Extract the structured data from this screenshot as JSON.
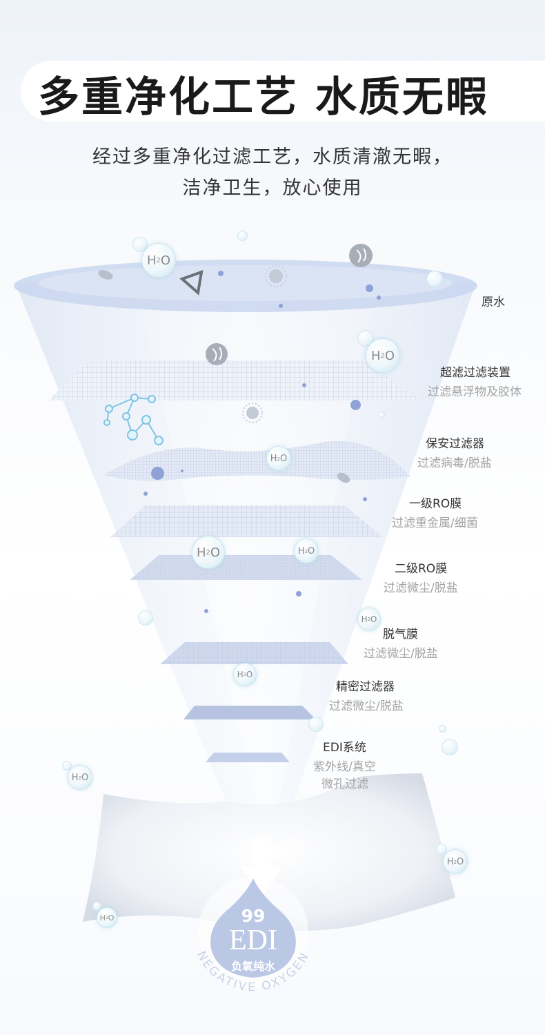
{
  "header": {
    "title": "多重净化工艺 水质无暇",
    "subtitle_line1": "经过多重净化过滤工艺，水质清澈无暇，",
    "subtitle_line2": "洁净卫生，放心使用"
  },
  "stages": [
    {
      "label": "原水",
      "desc": ""
    },
    {
      "label": "超滤过滤装置",
      "desc": "过滤悬浮物及胶体"
    },
    {
      "label": "保安过滤器",
      "desc": "过滤病毒/脱盐"
    },
    {
      "label": "一级RO膜",
      "desc": "过滤重金属/细菌"
    },
    {
      "label": "二级RO膜",
      "desc": "过滤微尘/脱盐"
    },
    {
      "label": "脱气膜",
      "desc": "过滤微尘/脱盐"
    },
    {
      "label": "精密过滤器",
      "desc": "过滤微尘/脱盐"
    },
    {
      "label": "EDI系统",
      "desc": "紫外线/真空",
      "desc2": "微孔过滤"
    }
  ],
  "molecule": {
    "h": "H",
    "sub": "2",
    "o": "O"
  },
  "badge": {
    "number": "99",
    "name": "EDI",
    "product": "负氧纯水",
    "arc_text": "NEGATIVE OXYGEN"
  },
  "colors": {
    "accent": "#8ea2d6",
    "badge": "#b9c7e4",
    "text": "#333333",
    "muted": "#a3a3a3"
  }
}
